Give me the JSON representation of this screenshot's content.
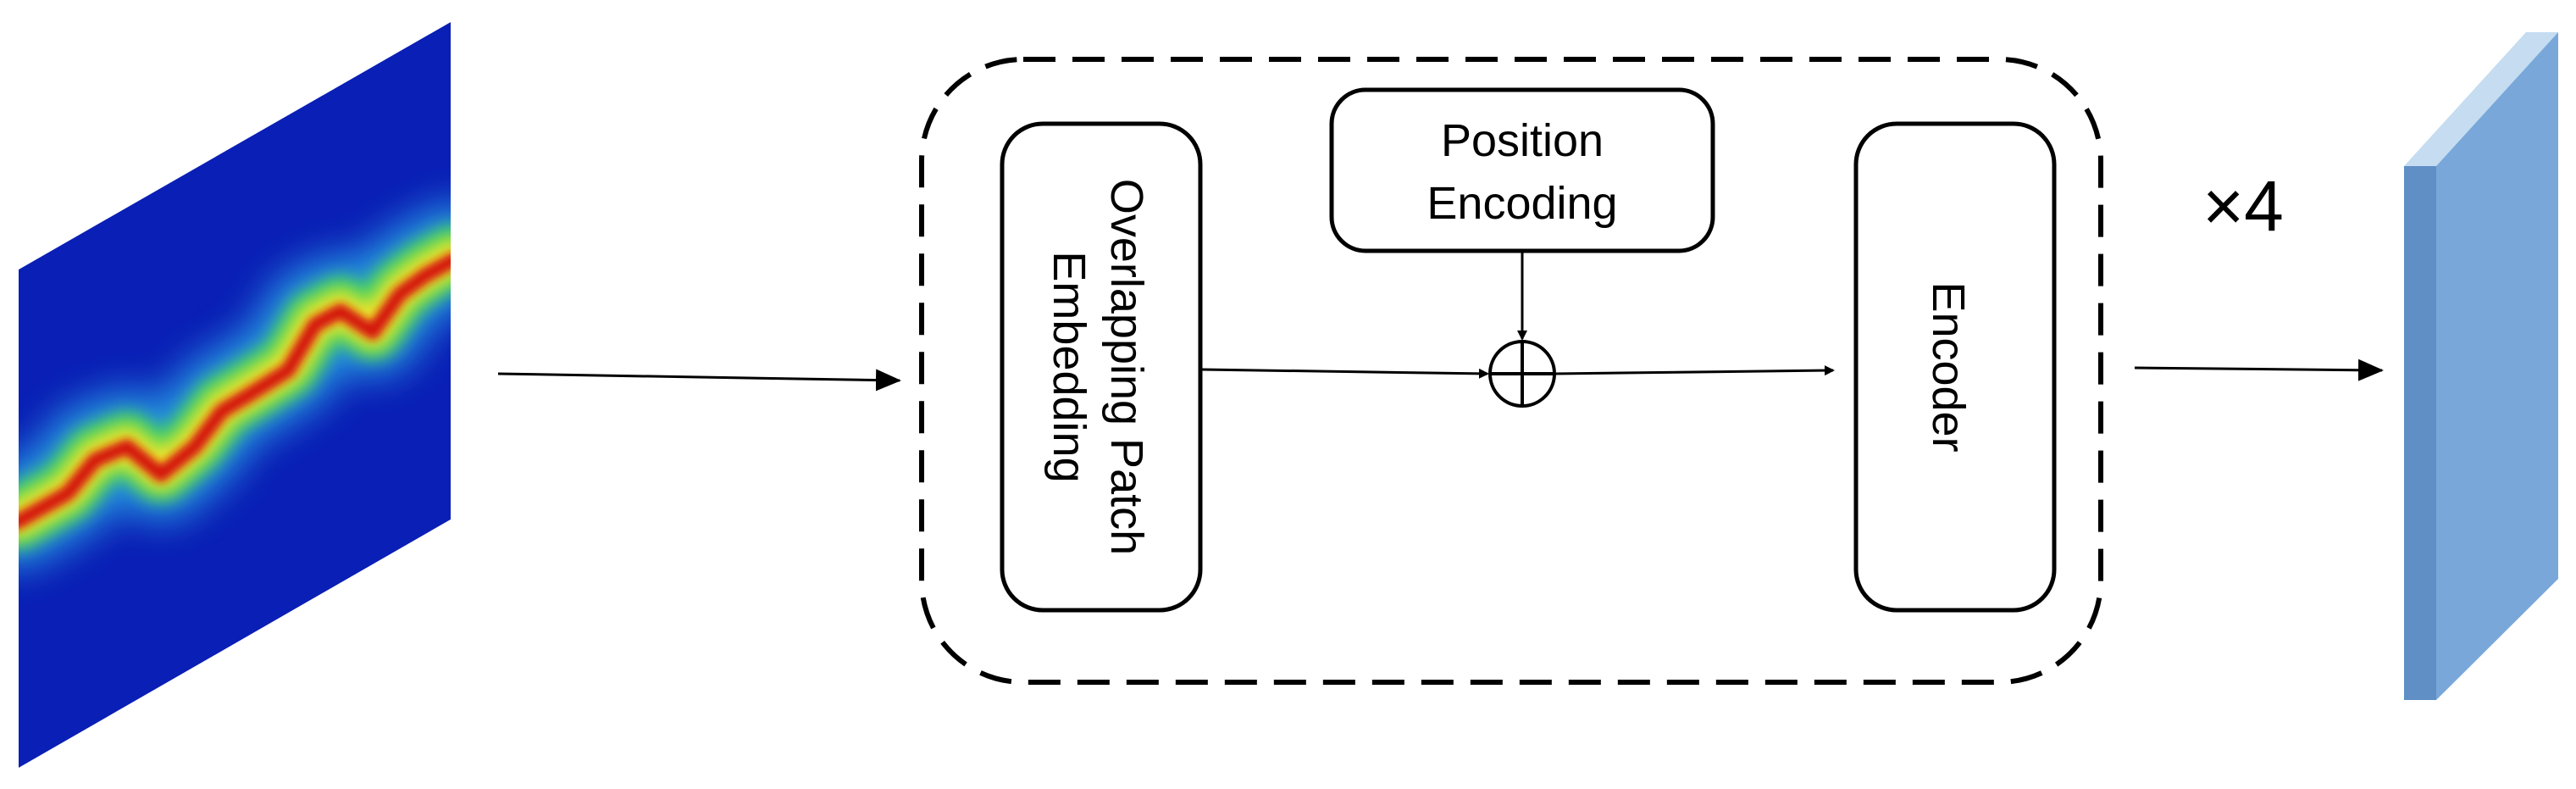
{
  "diagram": {
    "nodes": {
      "input_spectrogram": {
        "icon": "heatmap-spectrogram"
      },
      "patch_embedding": {
        "label_line1": "Overlapping Patch",
        "label_line2": "Embedding"
      },
      "position_encoding": {
        "label_line1": "Position",
        "label_line2": "Encoding"
      },
      "sum_operator": {
        "icon": "circle-plus-icon"
      },
      "encoder": {
        "label": "Encoder"
      },
      "output_feature": {
        "icon": "feature-map-slab"
      }
    },
    "stage_group": {
      "style": "dashed-rounded",
      "repeat_label": "×4"
    },
    "edges": [
      {
        "from": "input_spectrogram",
        "to": "patch_embedding"
      },
      {
        "from": "position_encoding",
        "to": "sum_operator"
      },
      {
        "from": "patch_embedding",
        "to": "sum_operator"
      },
      {
        "from": "sum_operator",
        "to": "encoder"
      },
      {
        "from": "stage_group",
        "to": "output_feature"
      }
    ],
    "colors": {
      "spectrogram_background": "#0a1fb5",
      "spectrogram_hot": "#d4140a",
      "feature_front": "#79a7d9",
      "feature_top": "#c5dcf1",
      "feature_side": "#5f8fc5",
      "stroke": "#000000"
    }
  }
}
